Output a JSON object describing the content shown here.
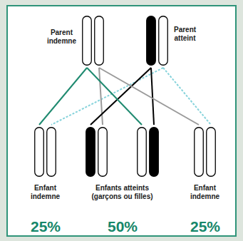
{
  "diagram": {
    "nodes": [
      {
        "text": [
          "Parent indemne"
        ]
      },
      {
        "text": [
          "Parent atteint"
        ]
      },
      {
        "text": [
          "Enfant indemne"
        ]
      },
      {
        "text": [
          "Enfants atteints (garçons ou filles)"
        ]
      },
      {
        "text": [
          "Enfant indemne"
        ]
      }
    ],
    "edges": [
      {
        "from": 0,
        "to": 2,
        "arrow": "none"
      },
      {
        "from": 1,
        "to": 2,
        "arrow": "none"
      },
      {
        "from": 0,
        "to": 3,
        "arrow": "none"
      },
      {
        "from": 1,
        "to": 3,
        "arrow": "none"
      },
      {
        "from": 0,
        "to": 3,
        "arrow": "none"
      },
      {
        "from": 1,
        "to": 3,
        "arrow": "none"
      },
      {
        "from": 0,
        "to": 4,
        "arrow": "none"
      },
      {
        "from": 1,
        "to": 4,
        "arrow": "none"
      }
    ],
    "labels": [
      "25%",
      "50%",
      "25%"
    ]
  }
}
